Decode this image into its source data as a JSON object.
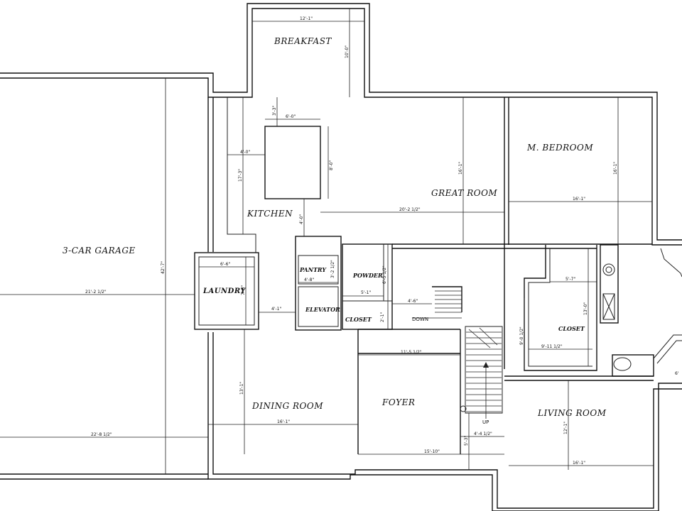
{
  "rooms": {
    "breakfast": "BREAKFAST",
    "garage": "3-CAR GARAGE",
    "kitchen": "KITCHEN",
    "great_room": "GREAT ROOM",
    "master_bedroom": "M. BEDROOM",
    "laundry": "LAUNDRY",
    "pantry": "PANTRY",
    "powder": "POWDER",
    "elevator": "ELEVATOR",
    "closet_small": "CLOSET",
    "closet_bedroom": "CLOSET",
    "dining_room": "DINING ROOM",
    "foyer": "FOYER",
    "living_room": "LIVING ROOM"
  },
  "stair_labels": {
    "down": "DOWN",
    "up": "UP"
  },
  "dimensions": {
    "breakfast_width": "12'-1\"",
    "breakfast_depth": "10'-0\"",
    "island_offset_top": "3'-3\"",
    "island_width": "6'-0\"",
    "island_offset_left": "4'-0\"",
    "island_depth": "8'-0\"",
    "kitchen_depth": "17'-3\"",
    "island_offset_bottom": "4'-0\"",
    "great_room_depth": "16'-1\"",
    "great_room_width": "20'-2 1/2\"",
    "bedroom_depth": "16'-1\"",
    "bedroom_width": "16'-1\"",
    "garage_width": "21'-2 1/2\"",
    "garage_depth": "42'-7\"",
    "garage_total_width": "22'-8 1/2\"",
    "laundry_width": "6'-6\"",
    "laundry_depth": "7'-8\"",
    "hall_width": "4'-1\"",
    "pantry_dim": "4'-8\"",
    "pantry_depth": "3'-2 1/2\"",
    "powder_width": "5'-1\"",
    "powder_depth": "6'-5 1/2\"",
    "closet_depth": "2'-1\"",
    "stair_width": "4'-6\"",
    "foyer_width": "11'-5 1/2\"",
    "dining_depth": "13'-1\"",
    "dining_width": "16'-1\"",
    "stair_landing": "4'-4 1/2\"",
    "stair_small": "5'-3\"",
    "foyer_total": "15'-10\"",
    "bed_closet_width": "5'-7\"",
    "bed_closet_depth": "13'-0\"",
    "hall_closet_depth": "9'-0 1/2\"",
    "hall_closet_width": "9'-11 1/2\"",
    "living_depth": "12'-1\"",
    "living_width": "16'-1\"",
    "edge_fragment": "6'"
  }
}
